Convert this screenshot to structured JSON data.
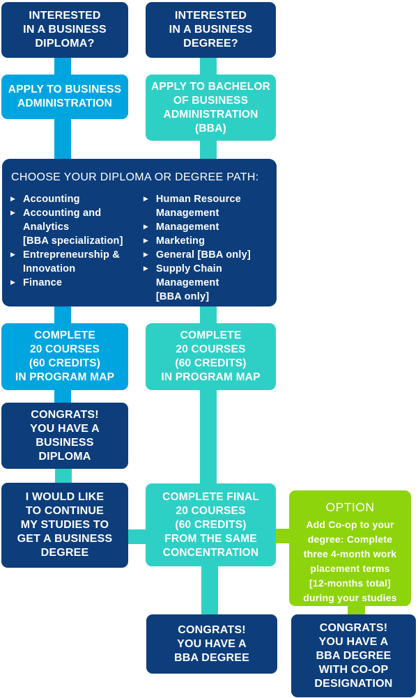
{
  "palette": {
    "navy": "#0d3d7b",
    "light_blue": "#00a5e0",
    "teal": "#2ed0c5",
    "green": "#8ed40c",
    "text_on_boxes": "#ffffff"
  },
  "nodes": {
    "q_diploma": {
      "text": "INTERESTED\nIN A BUSINESS\nDIPLOMA?"
    },
    "q_degree": {
      "text": "INTERESTED\nIN A BUSINESS\nDEGREE?"
    },
    "apply_diploma": {
      "text": "APPLY TO BUSINESS\nADMINISTRATION"
    },
    "apply_bba": {
      "text": "APPLY TO BACHELOR\nOF BUSINESS\nADMINISTRATION\n(BBA)"
    },
    "choose": {
      "title": "CHOOSE YOUR DIPLOMA OR DEGREE PATH:",
      "bullet_icon": "▶",
      "col1": [
        "Accounting",
        "Accounting and\nAnalytics\n[BBA specialization]",
        "Entrepreneurship &\nInnovation",
        "Finance"
      ],
      "col2": [
        "Human Resource\nManagement",
        "Management",
        "Marketing",
        "General [BBA only]",
        "Supply Chain\nManagement\n[BBA only]"
      ]
    },
    "complete_diploma": {
      "text": "COMPLETE\n20 COURSES\n(60 CREDITS)\nIN PROGRAM MAP"
    },
    "complete_bba": {
      "text": "COMPLETE\n20 COURSES\n(60 CREDITS)\nIN PROGRAM MAP"
    },
    "congrats_diploma": {
      "text": "CONGRATS!\nYOU HAVE A\nBUSINESS\nDIPLOMA"
    },
    "continue_studies": {
      "text": "I WOULD LIKE\nTO CONTINUE\nMY STUDIES TO\nGET A BUSINESS\nDEGREE"
    },
    "complete_final": {
      "text": "COMPLETE FINAL\n20 COURSES\n(60 CREDITS)\nFROM THE SAME\nCONCENTRATION"
    },
    "option": {
      "title": "OPTION",
      "text": "Add Co-op to your\ndegree: Complete\nthree 4-month work\nplacement terms\n[12-months total]\nduring your studies"
    },
    "congrats_bba": {
      "text": "CONGRATS!\nYOU HAVE A\nBBA DEGREE"
    },
    "congrats_coop": {
      "text": "CONGRATS!\nYOU HAVE A\nBBA DEGREE\nWITH CO-OP\nDESIGNATION"
    }
  }
}
